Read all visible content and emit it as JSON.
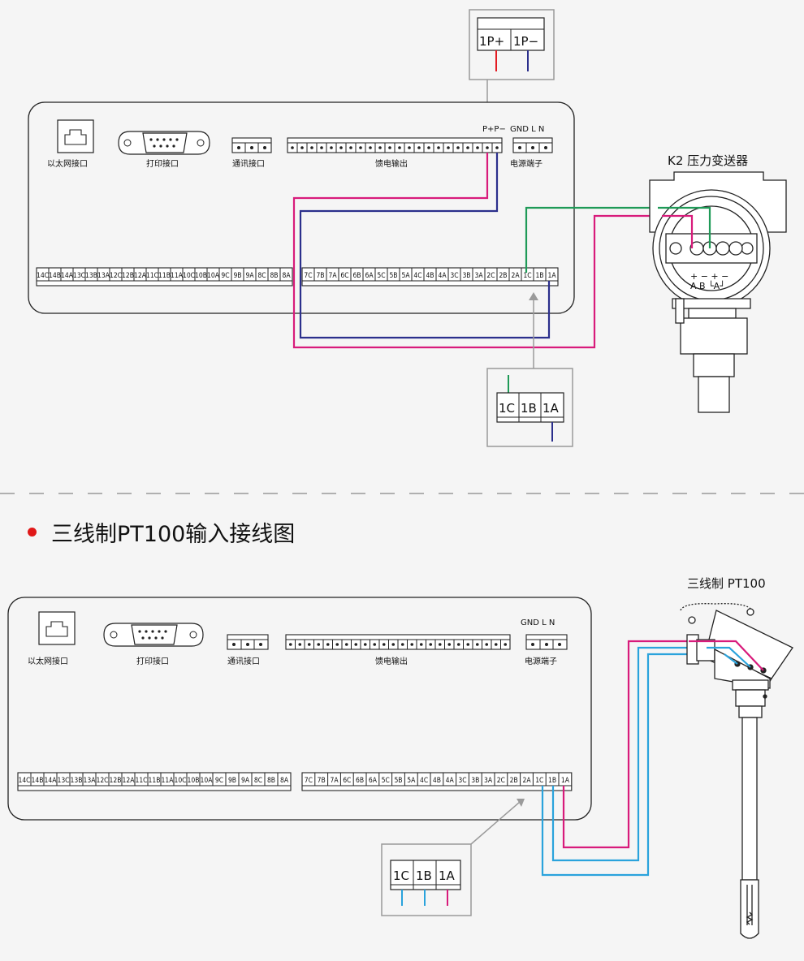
{
  "colors": {
    "red": "#e31b23",
    "navy": "#2b2f8c",
    "magenta": "#d81b7b",
    "green": "#1f9a57",
    "cyan": "#2aa3dc",
    "line": "#222222",
    "callout": "#9a9a9a"
  },
  "diagram1": {
    "device_labels": {
      "ethernet": "以太网接口",
      "print": "打印接口",
      "comm": "通讯接口",
      "feed": "馈电输出",
      "power": "电源端子"
    },
    "feed_top_labels": "P+P−",
    "power_top_labels": "GND  L   N",
    "right_block_labels": [
      "7C",
      "7B",
      "7A",
      "6C",
      "6B",
      "6A",
      "5C",
      "5B",
      "5A",
      "4C",
      "4B",
      "4A",
      "3C",
      "3B",
      "3A",
      "2C",
      "2B",
      "2A",
      "1C",
      "1B",
      "1A"
    ],
    "left_block_labels": [
      "14C",
      "14B",
      "14A",
      "13C",
      "13B",
      "13A",
      "12C",
      "12B",
      "12A",
      "11C",
      "11B",
      "11A",
      "10C",
      "10B",
      "10A",
      "9C",
      "9B",
      "9A",
      "8C",
      "8B",
      "8A"
    ],
    "callout_top_labels": [
      "1P+",
      "1P−"
    ],
    "callout_bottom_labels": [
      "1C",
      "1B",
      "1A"
    ],
    "transmitter_title": "K2  压力变送器",
    "transmitter_terminals": "+  −  +  −",
    "transmitter_sub": "A   B  └A┘"
  },
  "section_heading": "三线制PT100输入接线图",
  "diagram2": {
    "device_labels": {
      "ethernet": "以太网接口",
      "print": "打印接口",
      "comm": "通讯接口",
      "feed": "馈电输出",
      "power": "电源端子"
    },
    "power_top_labels": "GND  L   N",
    "right_block_labels": [
      "7C",
      "7B",
      "7A",
      "6C",
      "6B",
      "6A",
      "5C",
      "5B",
      "5A",
      "4C",
      "4B",
      "4A",
      "3C",
      "3B",
      "3A",
      "2C",
      "2B",
      "2A",
      "1C",
      "1B",
      "1A"
    ],
    "left_block_labels": [
      "14C",
      "14B",
      "14A",
      "13C",
      "13B",
      "13A",
      "12C",
      "12B",
      "12A",
      "11C",
      "11B",
      "11A",
      "10C",
      "10B",
      "10A",
      "9C",
      "9B",
      "9A",
      "8C",
      "8B",
      "8A"
    ],
    "callout_labels": [
      "1C",
      "1B",
      "1A"
    ],
    "sensor_title": "三线制  PT100"
  }
}
